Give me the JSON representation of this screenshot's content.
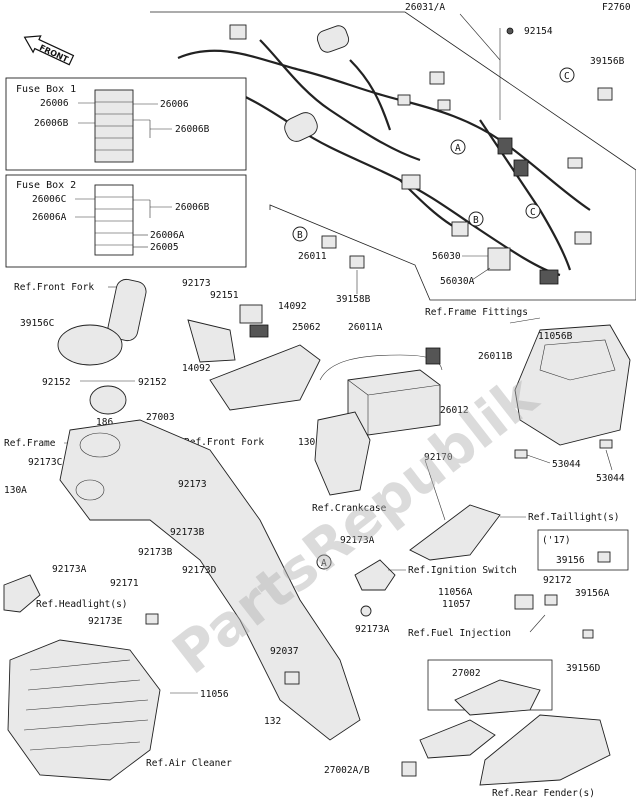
{
  "diagram_code": "F2760",
  "front_label": "FRONT",
  "watermark": "PartsRepublik",
  "fuse_box_1": {
    "title": "Fuse Box 1",
    "labels": [
      "26006",
      "26006",
      "26006B",
      "26006B"
    ]
  },
  "fuse_box_2": {
    "title": "Fuse Box 2",
    "labels": [
      "26006C",
      "26006B",
      "26006A",
      "26006A",
      "26005"
    ]
  },
  "circle_refs": [
    "A",
    "B",
    "C"
  ],
  "part_labels": {
    "l26031a": "26031/A",
    "l92154": "92154",
    "l39156b_top": "39156B",
    "l56030": "56030",
    "l56030a": "56030A",
    "l26011": "26011",
    "l39158b": "39158B",
    "l26011a": "26011A",
    "l92173_top": "92173",
    "l92151": "92151",
    "l14092_a": "14092",
    "l25062": "25062",
    "l14092_b": "14092",
    "l39156c": "39156C",
    "l92152_a": "92152",
    "l92152_b": "92152",
    "l186": "186",
    "l27003": "27003",
    "l92173c": "92173C",
    "l130a": "130A",
    "l130": "130",
    "l92173_mid": "92173",
    "l92173b_a": "92173B",
    "l92173b_b": "92173B",
    "l92173d": "92173D",
    "l92173a_a": "92173A",
    "l92171": "92171",
    "l92173e": "92173E",
    "l92037": "92037",
    "l132": "132",
    "l11056": "11056",
    "l11056b": "11056B",
    "l26011b": "26011B",
    "l26012": "26012",
    "l53044_a": "53044",
    "l53044_b": "53044",
    "l92170": "92170",
    "l17_note": "('17)",
    "l39156": "39156",
    "l92173a_b": "92173A",
    "l92173a_c": "92173A",
    "l92172": "92172",
    "l11056a": "11056A",
    "l11057": "11057",
    "l39156a": "39156A",
    "l39156d": "39156D",
    "l27002": "27002",
    "l27002ab": "27002A/B"
  },
  "ref_labels": {
    "front_fork_a": "Ref.Front Fork",
    "front_fork_b": "Ref.Front Fork",
    "frame_fittings": "Ref.Frame Fittings",
    "frame": "Ref.Frame",
    "crankcase": "Ref.Crankcase",
    "taillight": "Ref.Taillight(s)",
    "ignition": "Ref.Ignition Switch",
    "headlight": "Ref.Headlight(s)",
    "fuel_injection": "Ref.Fuel Injection",
    "air_cleaner": "Ref.Air Cleaner",
    "rear_fender": "Ref.Rear Fender(s)"
  }
}
